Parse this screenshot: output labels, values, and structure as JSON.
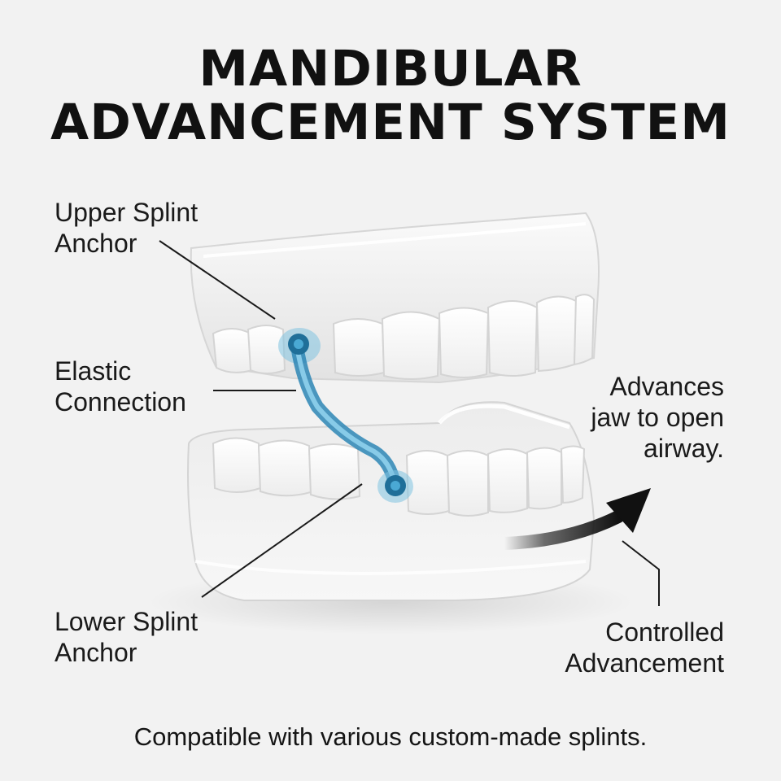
{
  "title": {
    "line1": "MANDIBULAR",
    "line2": "ADVANCEMENT SYSTEM"
  },
  "labels": {
    "upper_anchor": {
      "line1": "Upper Splint",
      "line2": "Anchor"
    },
    "elastic": {
      "line1": "Elastic",
      "line2": "Connection"
    },
    "lower_anchor": {
      "line1": "Lower Splint",
      "line2": "Anchor"
    },
    "advances": {
      "line1": "Advances",
      "line2": "jaw to open",
      "line3": "airway."
    },
    "controlled": {
      "line1": "Controlled",
      "line2": "Advancement"
    }
  },
  "footer": "Compatible with various custom-made splints.",
  "colors": {
    "background": "#f2f2f2",
    "connector": "#3a97c4",
    "splint": "#ffffff",
    "arrow": "#111111"
  }
}
